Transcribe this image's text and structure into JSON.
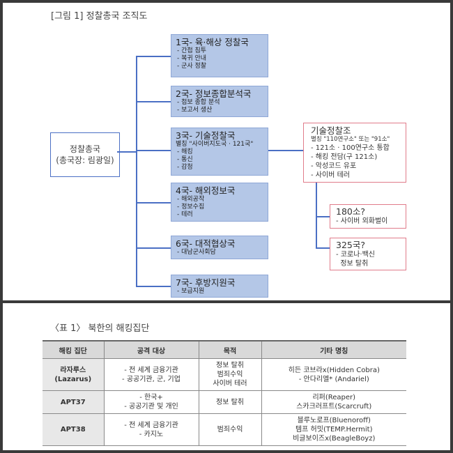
{
  "figure": {
    "caption": "[그림 1] 정찰총국 조직도",
    "root": {
      "name": "정찰총국",
      "sub": "(총국장: 림광일)"
    },
    "bureaus": [
      {
        "title": "1국- 육·해상 정찰국",
        "items": [
          "- 간첩 침투",
          "- 복귀 안내",
          "- 군사 정찰"
        ]
      },
      {
        "title": "2국- 정보종합분석국",
        "items": [
          "- 첩보 종합 분석",
          "- 보고서 생산"
        ]
      },
      {
        "title": "3국- 기술정찰국",
        "alias": "별칭 \"사이버지도국 · 121국\"",
        "items": [
          "- 해킹",
          "- 통신",
          "- 감청"
        ]
      },
      {
        "title": "4국- 해외정보국",
        "items": [
          "- 해외공작",
          "- 정보수집",
          "- 테러"
        ]
      },
      {
        "title": "6국- 대적협상국",
        "items": [
          "- 대남군사회담"
        ]
      },
      {
        "title": "7국- 후방지원국",
        "items": [
          "- 보급지원"
        ]
      }
    ],
    "tech_unit": {
      "title": "기술정찰조",
      "alias": "별칭 \"110연구소\" 또는 \"91소\"",
      "items": [
        "-  121소 · 100연구소 통합",
        "-  해킹 전담(구 121소)",
        "-  악성코드 유포",
        "-  사이버 테러"
      ]
    },
    "sub_units": [
      {
        "title": "180소?",
        "items": [
          "- 사이버 외화벌이"
        ]
      },
      {
        "title": "325국?",
        "items": [
          "- 코로나·백신",
          "  정보 탈취"
        ]
      }
    ]
  },
  "table": {
    "caption": "〈표 1〉 북한의 해킹집단",
    "headers": [
      "해킹 집단",
      "공격 대상",
      "목적",
      "기타 명칭"
    ],
    "rows": [
      {
        "group": [
          "라자루스",
          "(Lazarus)"
        ],
        "targets": [
          "- 전 세계 금융기관",
          "- 공공기관, 군, 기업"
        ],
        "purpose": [
          "정보 탈취",
          "범죄수익",
          "사이버 테러"
        ],
        "aliases": [
          "히든 코브라x(Hidden Cobra)",
          "- 안다리엘* (Andariel)"
        ]
      },
      {
        "group": [
          "APT37"
        ],
        "targets": [
          "- 한국+",
          "- 공공기관 및 개인"
        ],
        "purpose": [
          "정보 탈취"
        ],
        "aliases": [
          "리퍼(Reaper)",
          "스카크러프트(Scarcruft)"
        ]
      },
      {
        "group": [
          "APT38"
        ],
        "targets": [
          "- 전 세계 금융기관",
          "- 카지노"
        ],
        "purpose": [
          "범죄수익"
        ],
        "aliases": [
          "블루노로프(Bluenoroff)",
          "템프 허밋(TEMP.Hermit)",
          "비글보이즈x(BeagleBoyz)"
        ]
      }
    ]
  }
}
